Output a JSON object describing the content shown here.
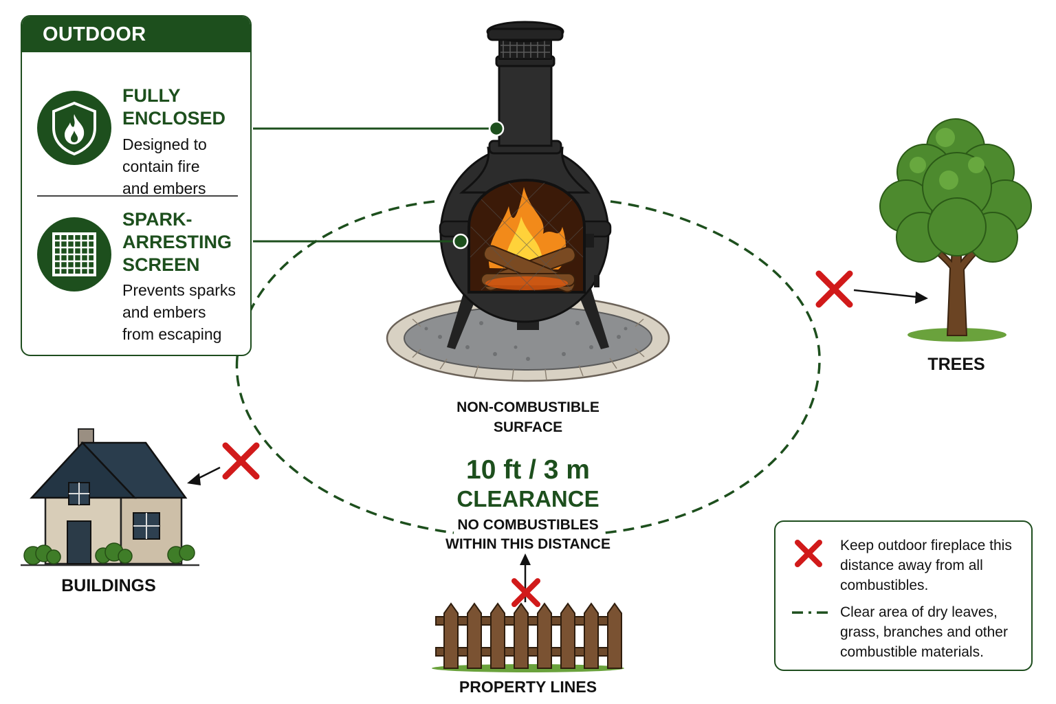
{
  "panel": {
    "title": "OUTDOOR FIREPLACE",
    "features": [
      {
        "title_line1": "FULLY",
        "title_line2": "ENCLOSED",
        "desc_line1": "Designed to",
        "desc_line2": "contain fire",
        "desc_line3": "and embers",
        "icon": "shield-flame-icon"
      },
      {
        "title_line1": "SPARK-",
        "title_line2": "ARRESTING",
        "title_line3": "SCREEN",
        "desc_line1": "Prevents sparks",
        "desc_line2": "and embers",
        "desc_line3": "from escaping",
        "icon": "screen-grid-icon"
      }
    ]
  },
  "labels": {
    "surface_line1": "NON-COMBUSTIBLE",
    "surface_line2": "SURFACE",
    "trees": "TREES",
    "buildings": "BUILDINGS",
    "property_lines": "PROPERTY LINES"
  },
  "clearance": {
    "distance": "10 ft / 3 m",
    "heading": "CLEARANCE",
    "note_line1": "NO COMBUSTIBLES",
    "note_line2": "WITHIN THIS DISTANCE"
  },
  "legend": {
    "items": [
      {
        "symbol": "red-x-icon",
        "line1": "Keep outdoor fireplace this",
        "line2": "distance away from all",
        "line3": "combustibles."
      },
      {
        "symbol": "dash-dot-line-icon",
        "line1": "Clear area of dry leaves,",
        "line2": "grass, branches and other",
        "line3": "combustible materials."
      }
    ]
  },
  "colors": {
    "brand_green": "#1d4f1d",
    "warning_red": "#d11a1a",
    "stove_black": "#2a2a2a",
    "flame_orange": "#f28a1a"
  }
}
